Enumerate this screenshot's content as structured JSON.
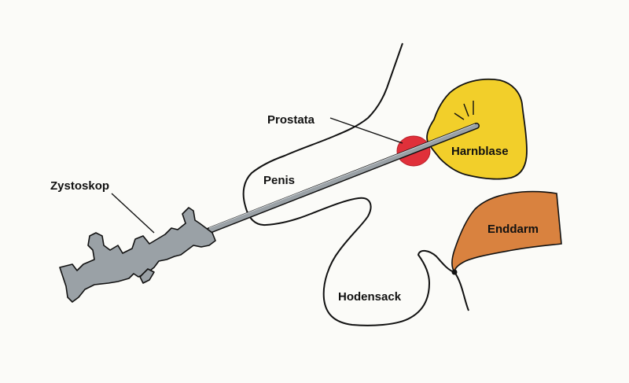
{
  "labels": {
    "prostata": "Prostata",
    "harnblase": "Harnblase",
    "penis": "Penis",
    "zystoskop": "Zystoskop",
    "enddarm": "Enddarm",
    "hodensack": "Hodensack"
  },
  "colors": {
    "background": "#fbfbf8",
    "bladder": "#f2cf2a",
    "prostate": "#e0303a",
    "rectum": "#d9823f",
    "instrument": "#9aa1a6",
    "outline": "#111111"
  }
}
